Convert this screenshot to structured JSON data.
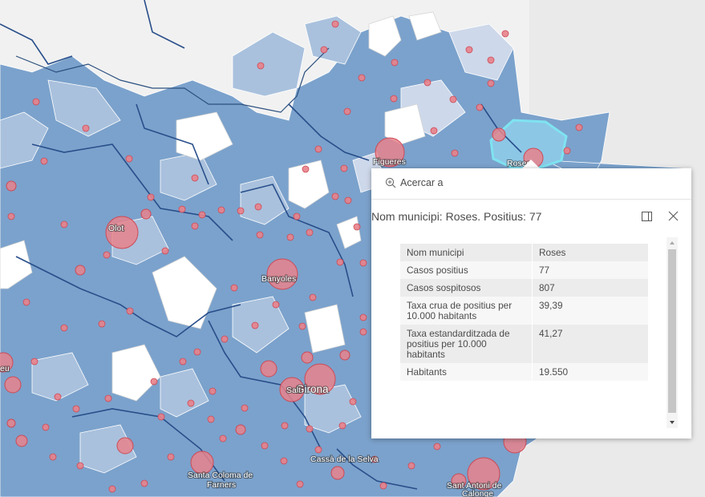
{
  "map": {
    "colors": {
      "background": "#eaeaea",
      "land": "#f1f1f1",
      "class1": "#cdd8ea",
      "class2": "#a9c1dd",
      "class3": "#7ba2cc",
      "class4": "#5f8fc2",
      "border": "#284e8a",
      "bubble": "#e8828b",
      "bubbleStroke": "#cc4a57",
      "selected": "#7fe3f0"
    },
    "labels": {
      "figueres": "Figueres",
      "roses": "Roses",
      "olot": "Olot",
      "banyoles": "Banyoles",
      "girona": "Girona",
      "salt": "Salt",
      "cassa": "Cassà de la Selva",
      "santa_coloma_1": "Santa Coloma de",
      "santa_coloma_2": "Farners",
      "sant_antoni_1": "Sant Antoni de",
      "sant_antoni_2": "Calonge",
      "edge": "eu"
    }
  },
  "popup": {
    "zoom_label": "Acercar a",
    "title": "Nom municipi: Roses. Positius: 77",
    "dock_icon": "dock-icon",
    "close_icon": "close-icon",
    "rows": [
      {
        "key": "Nom municipi",
        "value": "Roses"
      },
      {
        "key": "Casos positius",
        "value": "77"
      },
      {
        "key": "Casos sospitosos",
        "value": "807"
      },
      {
        "key": "Taxa crua de positius per 10.000 habitants",
        "value": "39,39"
      },
      {
        "key": "Taxa estandarditzada de positius per 10.000 habitants",
        "value": "41,27"
      },
      {
        "key": "Habitants",
        "value": "19.550"
      }
    ]
  }
}
